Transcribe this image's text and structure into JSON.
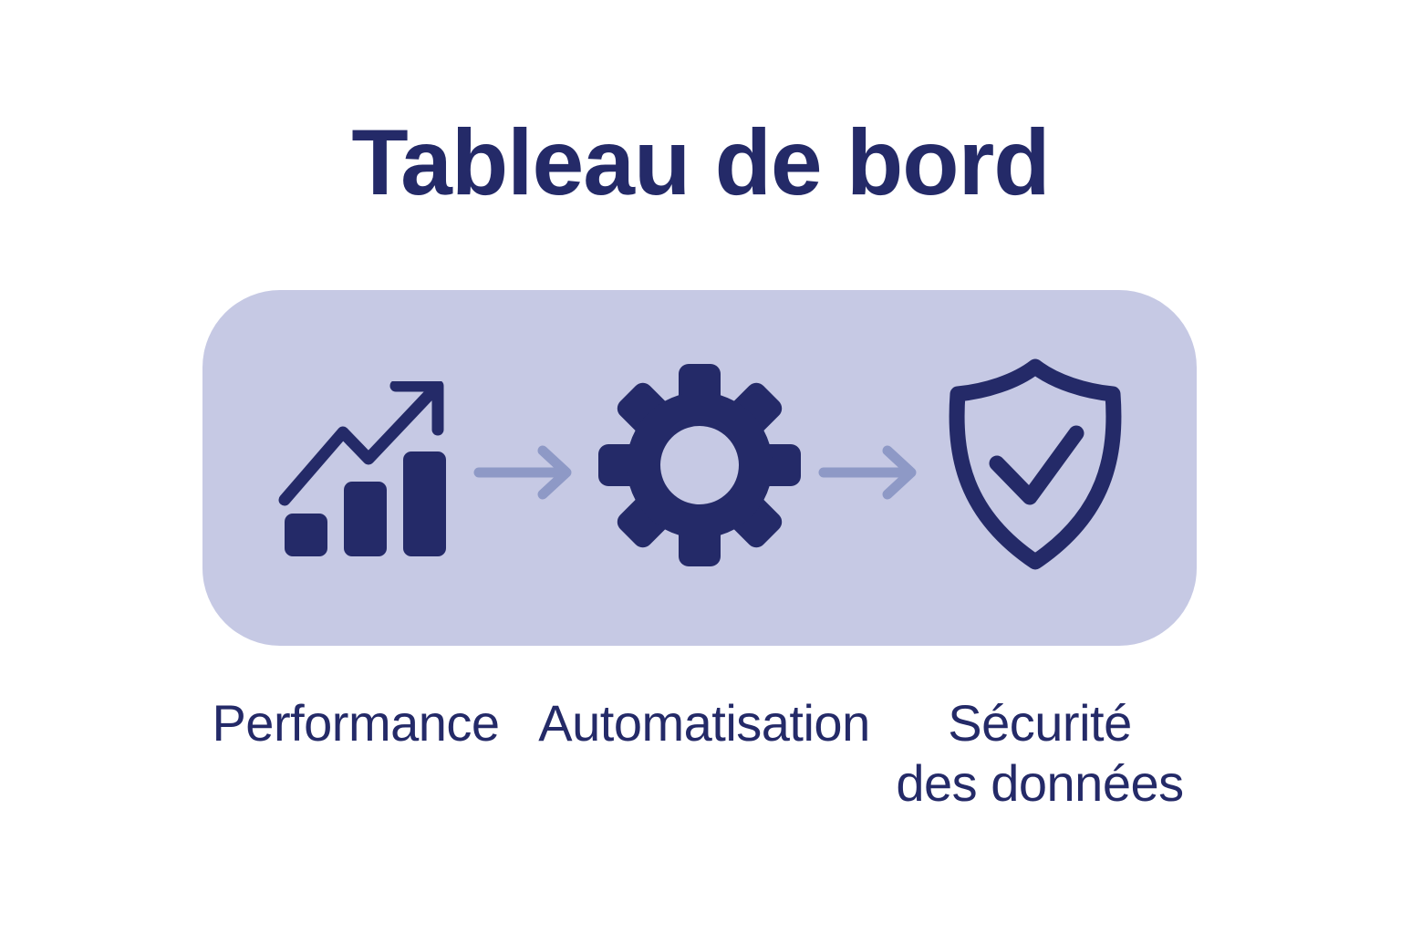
{
  "title": "Tableau de bord",
  "panel": {
    "connector_icon": "arrow-right-icon",
    "items": [
      {
        "id": "performance",
        "icon": "bar-chart-growth-icon",
        "label": "Performance",
        "lines": [
          "Performance"
        ]
      },
      {
        "id": "automatisation",
        "icon": "gear-icon",
        "label": "Automatisation",
        "lines": [
          "Automatisation"
        ]
      },
      {
        "id": "securite-des-donnees",
        "icon": "shield-check-icon",
        "label": "Sécurité des données",
        "lines": [
          "Sécurité",
          "des données"
        ]
      }
    ]
  },
  "colors": {
    "page_background": "#ffffff",
    "panel_background": "#c6c9e4",
    "icon_navy": "#242a68",
    "arrow_periwinkle": "#8e99c6",
    "text_navy": "#242a68"
  }
}
